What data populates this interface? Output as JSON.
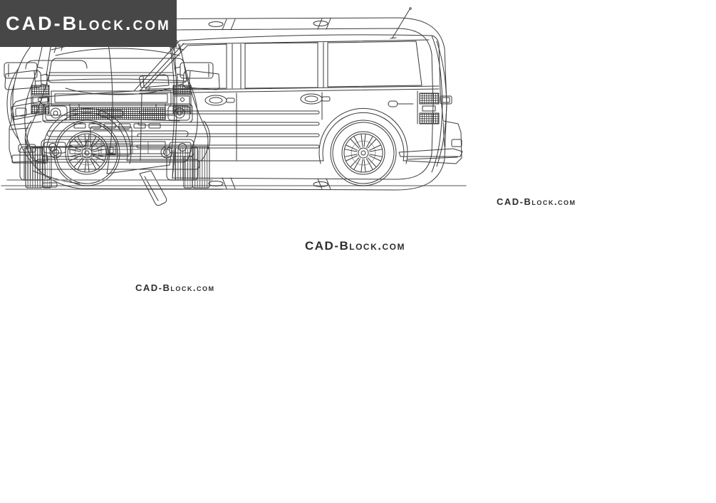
{
  "page": {
    "background_color": "#ffffff",
    "line_color": "#3a3a3a",
    "ground_line_color": "#8c8c8c"
  },
  "logo": {
    "text": "CAD-Block.com",
    "background_color": "#474747",
    "text_color": "#ffffff"
  },
  "watermarks": {
    "center": {
      "text": "CAD-Block.com"
    },
    "front_view": {
      "text": "CAD-Block.com"
    },
    "top_view": {
      "text": "CAD-Block.com"
    }
  },
  "drawing": {
    "views": [
      {
        "id": "side",
        "name": "side-view-drawing"
      },
      {
        "id": "front",
        "name": "front-view-drawing"
      },
      {
        "id": "top",
        "name": "top-view-drawing"
      },
      {
        "id": "rear",
        "name": "rear-view-drawing"
      }
    ]
  }
}
